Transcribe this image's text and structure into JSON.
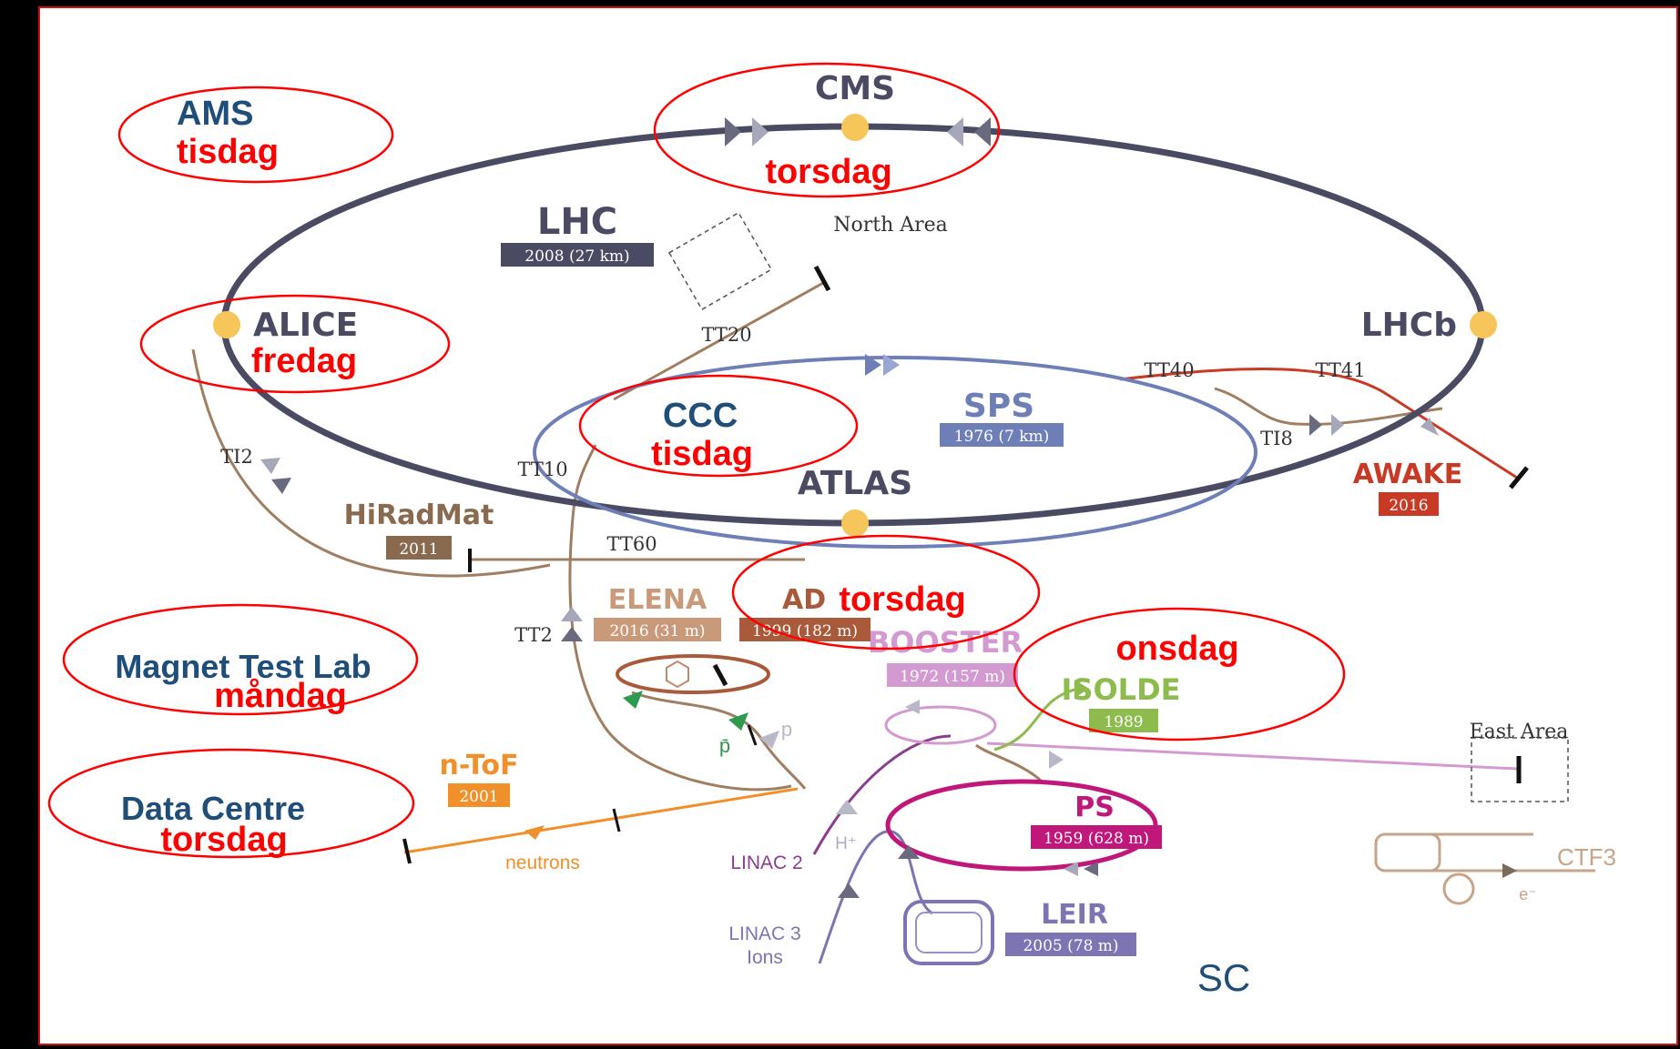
{
  "colors": {
    "lhc": "#4a4a62",
    "sps": "#6e7fb8",
    "ps": "#c0187a",
    "booster": "#d29ad0",
    "leir": "#7d74b4",
    "linac2": "#8a3d8f",
    "isolde": "#8dbb4e",
    "ad": "#a85a3a",
    "hiradmat": "#8a6a4e",
    "tt_brown": "#a07e62",
    "awake": "#c83a25",
    "ntof": "#f0902a",
    "ctf3": "#c7a488",
    "annotation_red": "#ff0000",
    "annotation_blue": "#1f4e79"
  },
  "machines": {
    "lhc": {
      "name": "LHC",
      "year": "2008 (27 km)"
    },
    "sps": {
      "name": "SPS",
      "year": "1976 (7 km)"
    },
    "ps": {
      "name": "PS",
      "year": "1959 (628 m)"
    },
    "booster": {
      "name": "BOOSTER",
      "year": "1972 (157 m)"
    },
    "leir": {
      "name": "LEIR",
      "year": "2005 (78 m)"
    },
    "isolde": {
      "name": "ISOLDE",
      "year": "1989"
    },
    "ad": {
      "name": "AD",
      "year": "1999 (182 m)"
    },
    "elena": {
      "name": "ELENA",
      "year": "2016 (31 m)"
    },
    "hiradmat": {
      "name": "HiRadMat",
      "year": "2011"
    },
    "awake": {
      "name": "AWAKE",
      "year": "2016"
    },
    "ntof": {
      "name": "n-ToF",
      "year": "2001"
    },
    "ctf3": {
      "name": "CTF3"
    }
  },
  "experiments": {
    "cms": "CMS",
    "alice": "ALICE",
    "lhcb": "LHCb",
    "atlas": "ATLAS"
  },
  "labels": {
    "north_area": "North Area",
    "east_area": "East Area",
    "tt20": "TT20",
    "tt40": "TT40",
    "tt41": "TT41",
    "ti8": "TI8",
    "ti2": "TI2",
    "tt10": "TT10",
    "tt60": "TT60",
    "tt2": "TT2",
    "linac2": "LINAC 2",
    "linac3": "LINAC 3",
    "ions": "Ions",
    "neutrons": "neutrons",
    "hplus": "H⁺",
    "pbar": "p̄",
    "p": "p",
    "eminus": "e⁻"
  },
  "annotations": {
    "ams": {
      "title": "AMS",
      "day": "tisdag"
    },
    "cms": {
      "day": "torsdag"
    },
    "alice": {
      "day": "fredag"
    },
    "ccc": {
      "title": "CCC",
      "day": "tisdag"
    },
    "ad": {
      "day": "torsdag"
    },
    "isolde": {
      "day": "onsdag"
    },
    "magnet": {
      "title": "Magnet Test Lab",
      "day": "måndag"
    },
    "datacentre": {
      "title": "Data Centre",
      "day": "torsdag"
    },
    "sc": "SC"
  }
}
